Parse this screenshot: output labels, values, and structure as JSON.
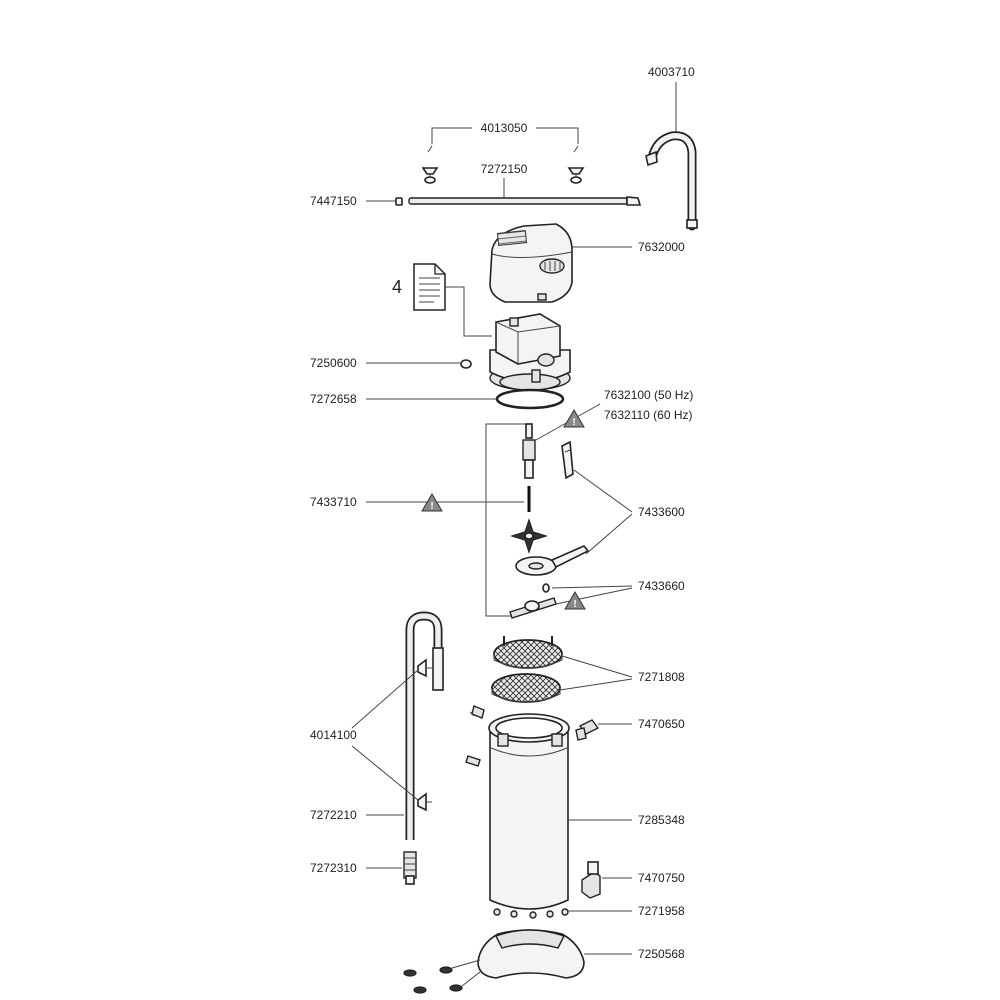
{
  "labels": {
    "suction_cup": "4013050",
    "spray_bar": "7272150",
    "end_cap": "7447150",
    "outlet_pipe": "4003710",
    "motor_cover": "7632000",
    "manual_number": "4",
    "o_ring": "7250600",
    "head_seal": "7272658",
    "pump_50hz": "7632100 (50 Hz)",
    "pump_60hz": "7632110 (60 Hz)",
    "shaft": "7433710",
    "impeller_parts": "7433600",
    "bearing_parts": "7433660",
    "filter_trays": "7271808",
    "clip": "7470650",
    "intake_pipe_cups": "4014100",
    "intake_pipe": "7272210",
    "strainer": "7272310",
    "canister": "7285348",
    "elbow": "7470750",
    "feet": "7271958",
    "base": "7250568"
  },
  "icons": {
    "warning": "warning-triangle-icon",
    "document": "document-icon"
  },
  "colors": {
    "line": "#444444",
    "part_fill": "#f4f4f4",
    "warning_fill": "#888888"
  }
}
